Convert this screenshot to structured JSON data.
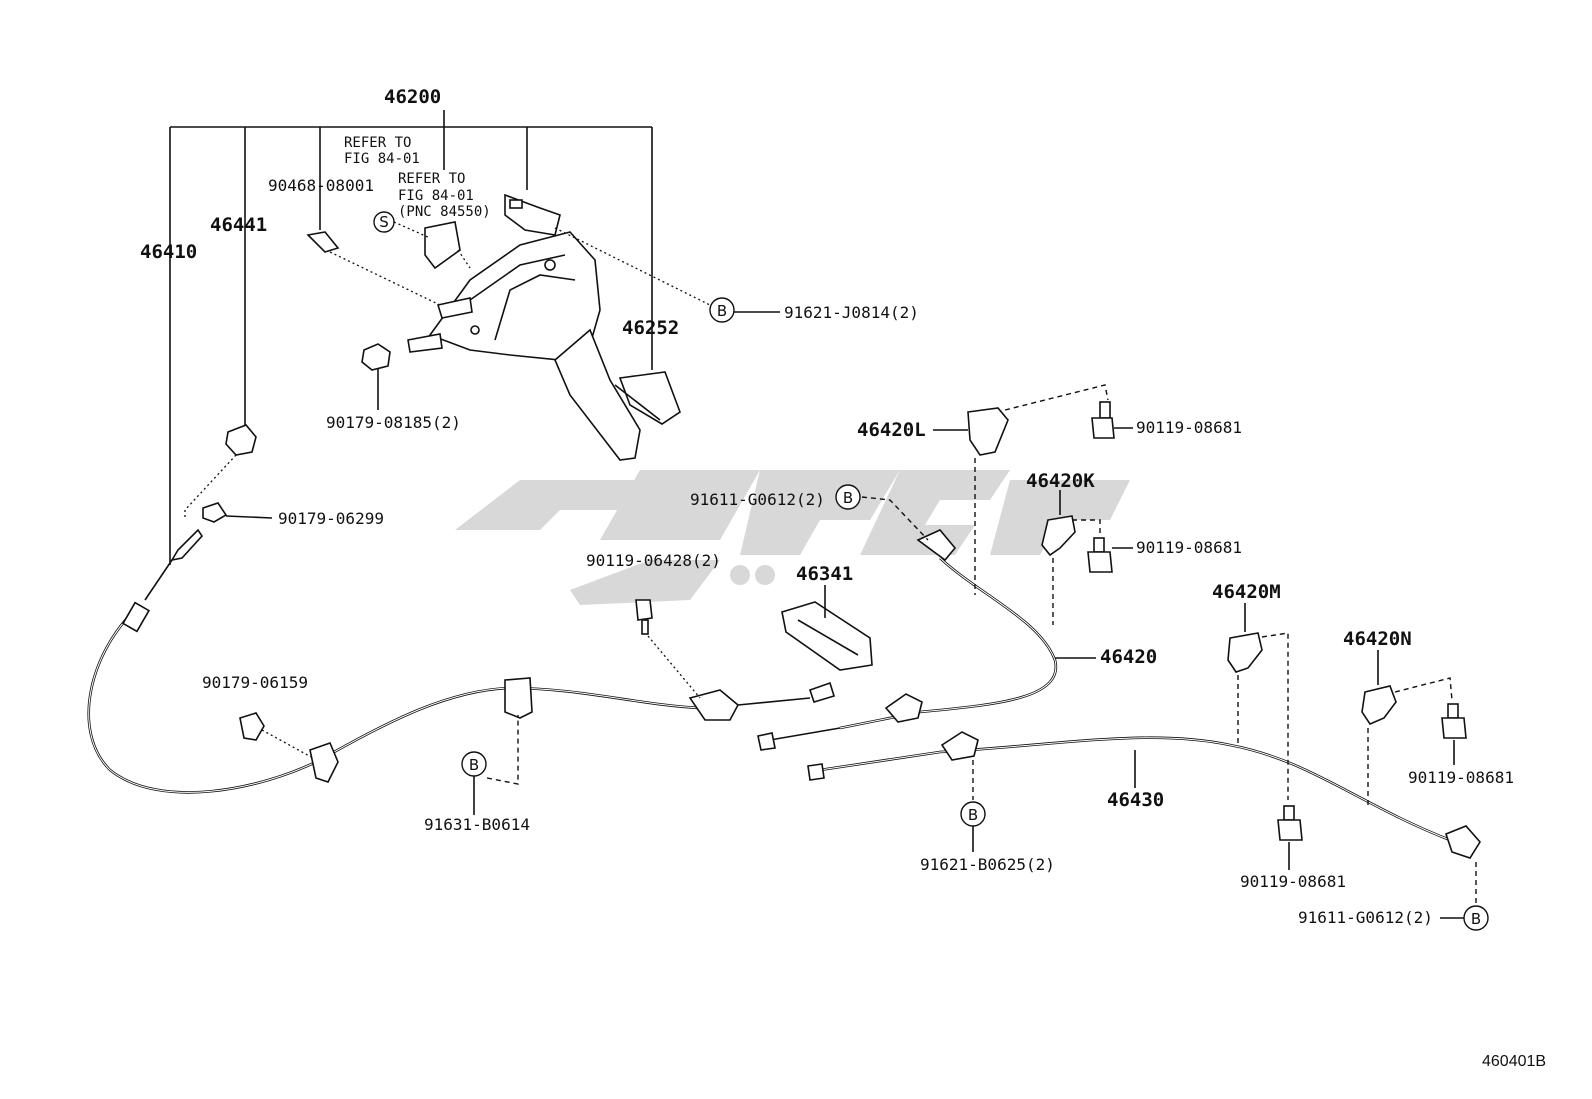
{
  "diagram_code": "460401B",
  "callouts": {
    "assy": "46200",
    "lever_cable": "46410",
    "grommet": "46441",
    "refer1_line1": "REFER TO",
    "refer1_line2": "FIG 84-01",
    "refer2_line1": "REFER TO",
    "refer2_line2": "FIG 84-01",
    "refer2_line3": "(PNC 84550)",
    "clip_top": "90468-08001",
    "symbol_s": "S",
    "bolt_top": "91621-J0814(2)",
    "pedal_pad": "46252",
    "nut_pedal": "90179-08185(2)",
    "nut_left": "90179-06299",
    "nut_clamp": "90179-06159",
    "bolt_clamp": "91631-B0614",
    "bolt_equalizer": "90119-06428(2)",
    "bracket_46341": "46341",
    "bolt_r1": "91611-G0612(2)",
    "bracket_l": "46420L",
    "bolt_l": "90119-08681",
    "bracket_k": "46420K",
    "bolt_k": "90119-08681",
    "cable_46420": "46420",
    "bracket_m": "46420M",
    "bracket_n": "46420N",
    "bolt_n": "90119-08681",
    "cable_46430": "46430",
    "bolt_b625": "91621-B0625(2)",
    "bolt_m": "90119-08681",
    "bolt_r2": "91611-G0612(2)",
    "symbol_b": "B"
  }
}
